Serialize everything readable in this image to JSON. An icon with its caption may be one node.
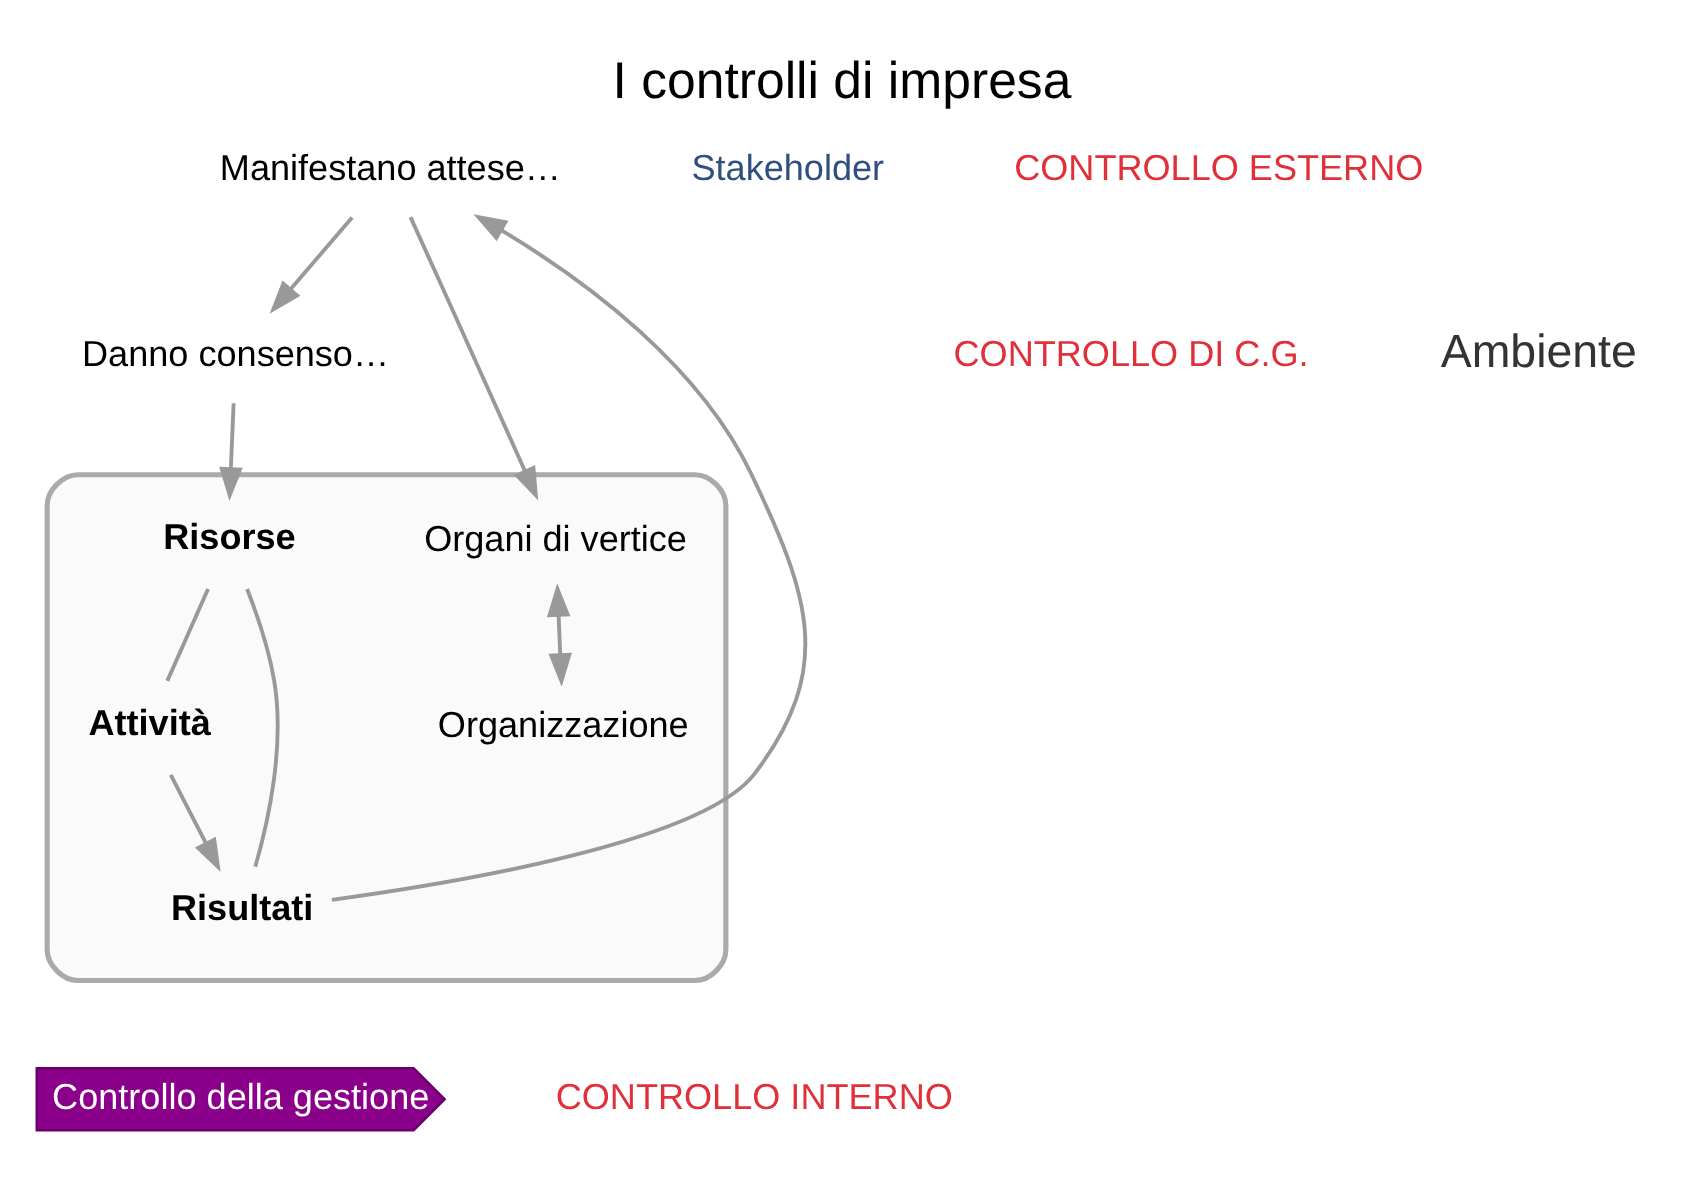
{
  "diagram": {
    "title": "I controlli di impresa",
    "nodes": [
      {
        "text": [
          "Danno consenso…"
        ]
      },
      {
        "text": [
          "Manifestano attese…"
        ]
      },
      {
        "text": [],
        "shape": "triangle"
      },
      {
        "text": [
          "Organi di vertice"
        ],
        "in": 2
      },
      {
        "text": [
          "Organizzazione"
        ],
        "in": 2
      },
      {
        "text": [
          "Risorse"
        ],
        "in": 2
      },
      {
        "text": [
          "Attività"
        ],
        "in": 2
      },
      {
        "text": [
          "Risultati"
        ],
        "in": 2
      },
      {
        "text": [
          "Controllo della gestione"
        ]
      }
    ],
    "edges": [
      {
        "from": 1,
        "to": 0,
        "arrow": "to"
      },
      {
        "from": 1,
        "to": 3,
        "arrow": "to"
      },
      {
        "from": 0,
        "to": 5,
        "arrow": "to"
      },
      {
        "from": 3,
        "to": 4,
        "arrow": "both"
      },
      {
        "from": 5,
        "to": 6,
        "arrow": "none"
      },
      {
        "from": 5,
        "to": 7,
        "arrow": "none"
      },
      {
        "from": 6,
        "to": 7,
        "arrow": "to"
      },
      {
        "from": 7,
        "to": 1,
        "arrow": "to"
      }
    ],
    "labels": [
      "Stakeholder",
      "CONTROLLO ESTERNO",
      "CONTROLLO DI C.G.",
      "Ambiente",
      "CONTROLLO INTERNO"
    ]
  }
}
